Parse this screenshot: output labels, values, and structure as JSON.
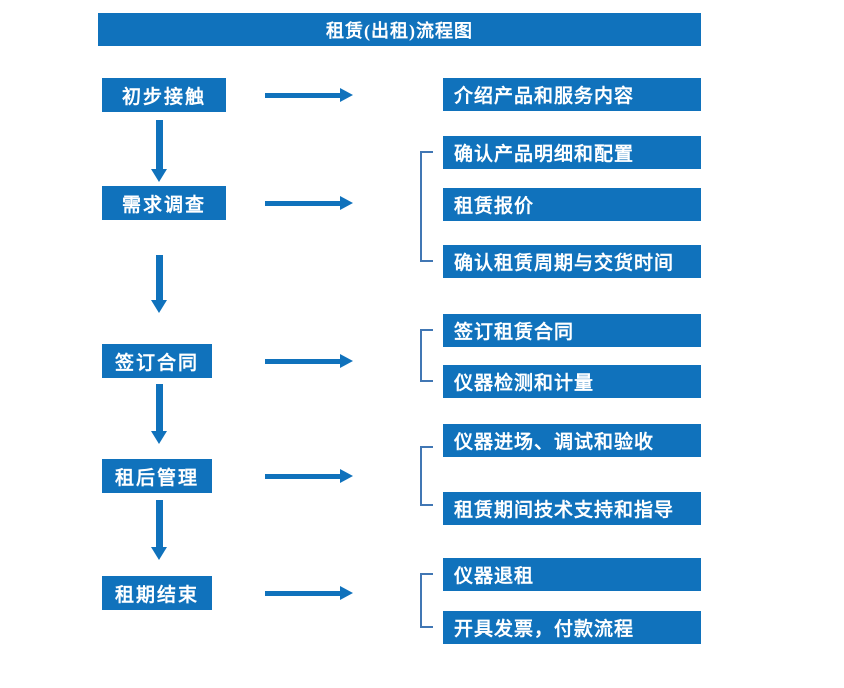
{
  "title": "租赁(出租)流程图",
  "colors": {
    "primary": "#1072BC",
    "bracket": "#4177B4",
    "text": "#FFFFFF",
    "background": "#FFFFFF"
  },
  "steps": [
    {
      "label": "初步接触",
      "outputs": [
        "介绍产品和服务内容"
      ]
    },
    {
      "label": "需求调查",
      "outputs": [
        "确认产品明细和配置",
        "租赁报价",
        "确认租赁周期与交货时间"
      ]
    },
    {
      "label": "签订合同",
      "outputs": [
        "签订租赁合同",
        "仪器检测和计量"
      ]
    },
    {
      "label": "租后管理",
      "outputs": [
        "仪器进场、调试和验收",
        "租赁期间技术支持和指导"
      ]
    },
    {
      "label": "租期结束",
      "outputs": [
        "仪器退租",
        "开具发票，付款流程"
      ]
    }
  ]
}
